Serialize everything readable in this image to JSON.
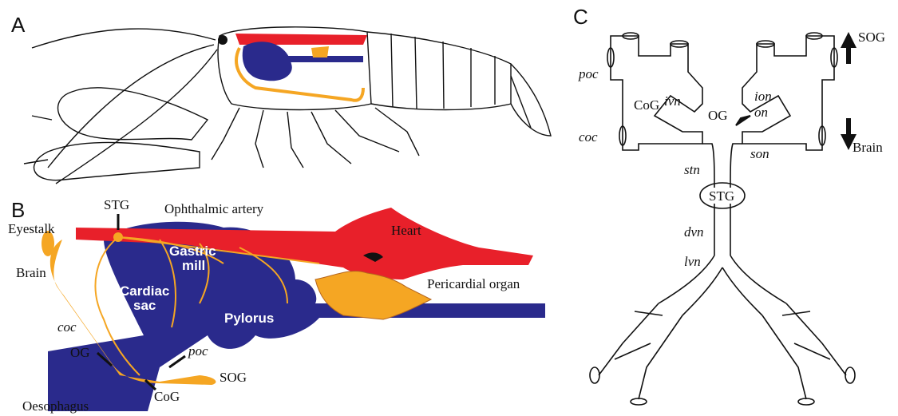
{
  "panels": {
    "a": {
      "letter": "A"
    },
    "b": {
      "letter": "B",
      "labels": {
        "stg": "STG",
        "ophthalmic_artery": "Ophthalmic artery",
        "eyestalk": "Eyestalk",
        "heart": "Heart",
        "brain": "Brain",
        "gastric_mill_1": "Gastric",
        "gastric_mill_2": "mill",
        "cardiac_sac_1": "Cardiac",
        "cardiac_sac_2": "sac",
        "pericardial_organ": "Pericardial organ",
        "pylorus": "Pylorus",
        "coc": "coc",
        "og": "OG",
        "poc": "poc",
        "sog": "SOG",
        "cog": "CoG",
        "oesophagus": "Oesophagus"
      }
    },
    "c": {
      "letter": "C",
      "labels": {
        "sog": "SOG",
        "brain": "Brain",
        "poc": "poc",
        "coc": "coc",
        "cog": "CoG",
        "ivn": "ivn",
        "og": "OG",
        "ion": "ion",
        "on": "on",
        "son": "son",
        "stn": "stn",
        "stg": "STG",
        "dvn": "dvn",
        "lvn": "lvn"
      }
    }
  },
  "colors": {
    "artery": "#e8202a",
    "gut": "#2a2a8c",
    "nerve": "#f5a623",
    "outline": "#111111"
  }
}
